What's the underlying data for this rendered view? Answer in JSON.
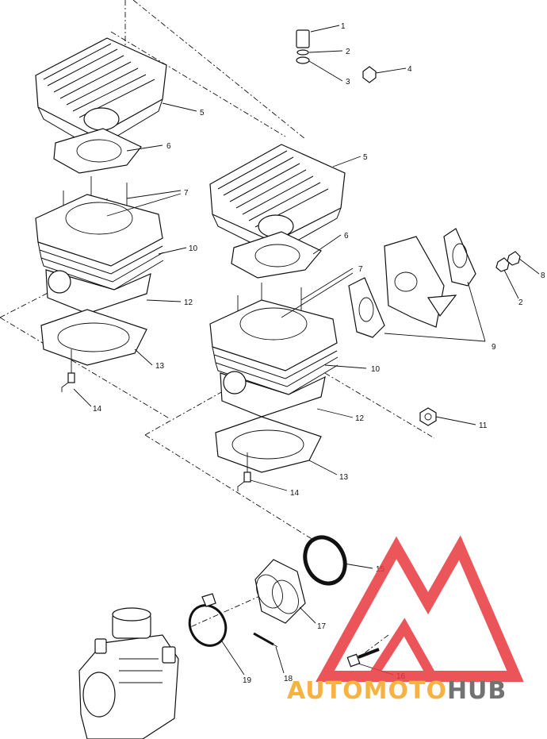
{
  "callouts": [
    {
      "id": "c1",
      "label": "1"
    },
    {
      "id": "c2a",
      "label": "2"
    },
    {
      "id": "c3",
      "label": "3"
    },
    {
      "id": "c4",
      "label": "4"
    },
    {
      "id": "c5a",
      "label": "5"
    },
    {
      "id": "c5b",
      "label": "5"
    },
    {
      "id": "c6a",
      "label": "6"
    },
    {
      "id": "c6b",
      "label": "6"
    },
    {
      "id": "c7a",
      "label": "7"
    },
    {
      "id": "c7b",
      "label": "7"
    },
    {
      "id": "c8",
      "label": "8"
    },
    {
      "id": "c2b",
      "label": "2"
    },
    {
      "id": "c9",
      "label": "9"
    },
    {
      "id": "c10a",
      "label": "10"
    },
    {
      "id": "c10b",
      "label": "10"
    },
    {
      "id": "c11",
      "label": "11"
    },
    {
      "id": "c12a",
      "label": "12"
    },
    {
      "id": "c12b",
      "label": "12"
    },
    {
      "id": "c13a",
      "label": "13"
    },
    {
      "id": "c13b",
      "label": "13"
    },
    {
      "id": "c14a",
      "label": "14"
    },
    {
      "id": "c14b",
      "label": "14"
    },
    {
      "id": "c15",
      "label": "15"
    },
    {
      "id": "c16",
      "label": "16"
    },
    {
      "id": "c17",
      "label": "17"
    },
    {
      "id": "c18",
      "label": "18"
    },
    {
      "id": "c19",
      "label": "19"
    }
  ],
  "watermark": {
    "part1": "AUTOMOTO",
    "part2": "HUB",
    "color_orange": "#f5a623",
    "color_grey": "#5a5a5a",
    "color_logo": "#e8383d"
  }
}
